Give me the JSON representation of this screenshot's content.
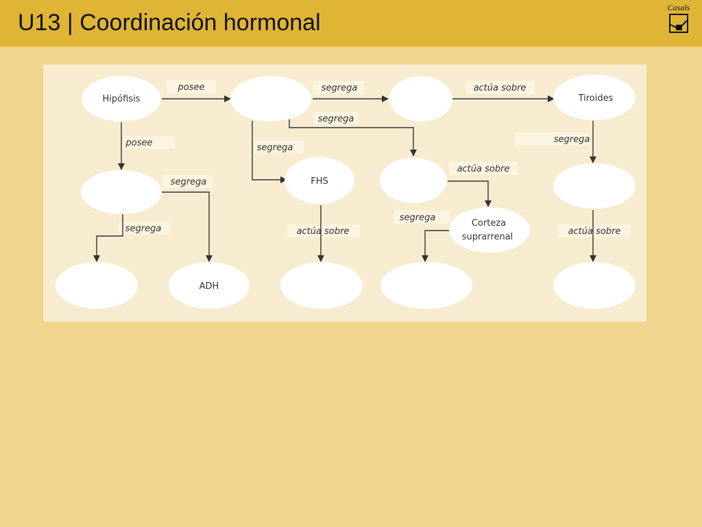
{
  "header": {
    "title": "U13 | Coordinación hormonal",
    "logo_text": "Casals"
  },
  "diagram": {
    "nodes": {
      "hipofisis": "Hipófisis",
      "tiroides": "Tiroides",
      "fhs": "FHS",
      "corteza_line1": "Corteza",
      "corteza_line2": "suprarrenal",
      "adh": "ADH"
    },
    "edges": {
      "posee_right": "posee",
      "segrega_top": "segrega",
      "actua_top": "actúa sobre",
      "posee_down": "posee",
      "segrega_mid": "segrega",
      "segrega_fhs": "segrega",
      "segrega_tiroides": "segrega",
      "segrega_post": "segrega",
      "actua_mid": "actúa sobre",
      "segrega_post2": "segrega",
      "actua_fhs": "actúa sobre",
      "segrega_corteza": "segrega",
      "actua_tiroides": "actúa sobre"
    }
  }
}
